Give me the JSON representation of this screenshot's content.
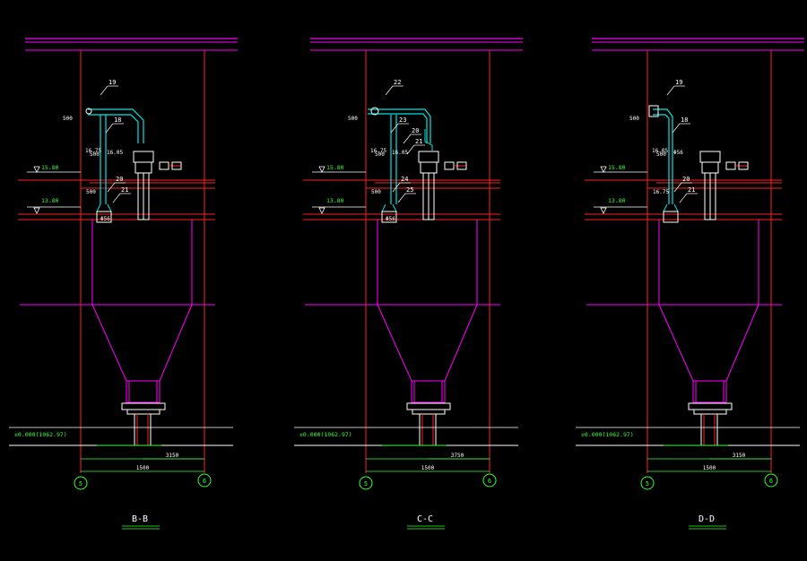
{
  "sections": [
    {
      "title": "B-B",
      "ground_label": "±0.000(1062.97)",
      "elev_upper": "15.80",
      "elev_lower": "13.80",
      "dim_small": "3150",
      "dim_total": "1500",
      "axis_left": "5",
      "axis_right": "6",
      "callouts": [
        "19",
        "18",
        "20",
        "21"
      ],
      "small_texts": [
        "500",
        "500",
        "500",
        "16.75",
        "16.05",
        "Φ56"
      ],
      "pipe_variant": "bb"
    },
    {
      "title": "C-C",
      "ground_label": "±0.000(1062.97)",
      "elev_upper": "15.80",
      "elev_lower": "13.80",
      "dim_small": "3750",
      "dim_total": "1500",
      "axis_left": "5",
      "axis_right": "6",
      "callouts": [
        "22",
        "23",
        "24",
        "25",
        "20",
        "21"
      ],
      "small_texts": [
        "500",
        "500",
        "500",
        "16.75",
        "16.05",
        "Φ56"
      ],
      "pipe_variant": "cc"
    },
    {
      "title": "D-D",
      "ground_label": "±0.000(1062.97)",
      "elev_upper": "15.80",
      "elev_lower": "13.80",
      "dim_small": "3150",
      "dim_total": "1500",
      "axis_left": "5",
      "axis_right": "6",
      "callouts": [
        "19",
        "18",
        "20",
        "21"
      ],
      "small_texts": [
        "500",
        "500",
        "16.75",
        "16.05",
        "Φ56"
      ],
      "pipe_variant": "dd"
    }
  ],
  "colors": {
    "background": "#000000",
    "column": "#ff2020",
    "slab": "#e0006a",
    "equipment": "#ff00ff",
    "pipe": "#00e5e5",
    "text": "#ffffff",
    "accent": "#33ff33"
  }
}
